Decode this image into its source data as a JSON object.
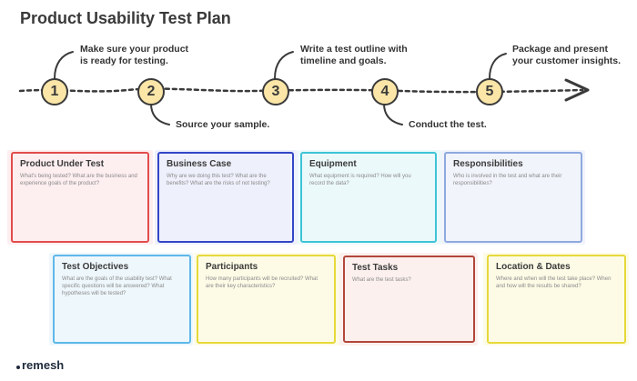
{
  "title": "Product Usability Test Plan",
  "timeline": {
    "steps": [
      {
        "number": "1",
        "note": "Make sure your product\nis ready for testing."
      },
      {
        "number": "2",
        "note": "Source your sample."
      },
      {
        "number": "3",
        "note": "Write a test outline with\ntimeline and goals."
      },
      {
        "number": "4",
        "note": "Conduct the test."
      },
      {
        "number": "5",
        "note": "Package and present\nyour customer insights."
      }
    ]
  },
  "cards": [
    {
      "title": "Product Under Test",
      "desc": "What's being tested? What are the business and experience goals of the product?",
      "color": "#e24c4c"
    },
    {
      "title": "Business Case",
      "desc": "Why are we doing this test? What are the benefits? What are the risks of not testing?",
      "color": "#3346c6"
    },
    {
      "title": "Equipment",
      "desc": "What equipment is required? How will you record the data?",
      "color": "#3ec4d6"
    },
    {
      "title": "Responsibilities",
      "desc": "Who is involved in the test and what are their responsibilities?",
      "color": "#8ea9e0"
    },
    {
      "title": "Test Objectives",
      "desc": "What are the goals of the usability test? What specific questions will be answered? What hypotheses will be tested?",
      "color": "#5fb8e8"
    },
    {
      "title": "Participants",
      "desc": "How many participants will be recruited? What are their key characteristics?",
      "color": "#e6d93a"
    },
    {
      "title": "Test Tasks",
      "desc": "What are the test tasks?",
      "color": "#b2473a"
    },
    {
      "title": "Location & Dates",
      "desc": "Where and when will the test take place? When and how will the results be shared?",
      "color": "#e6d93a"
    }
  ],
  "brand": "remesh"
}
